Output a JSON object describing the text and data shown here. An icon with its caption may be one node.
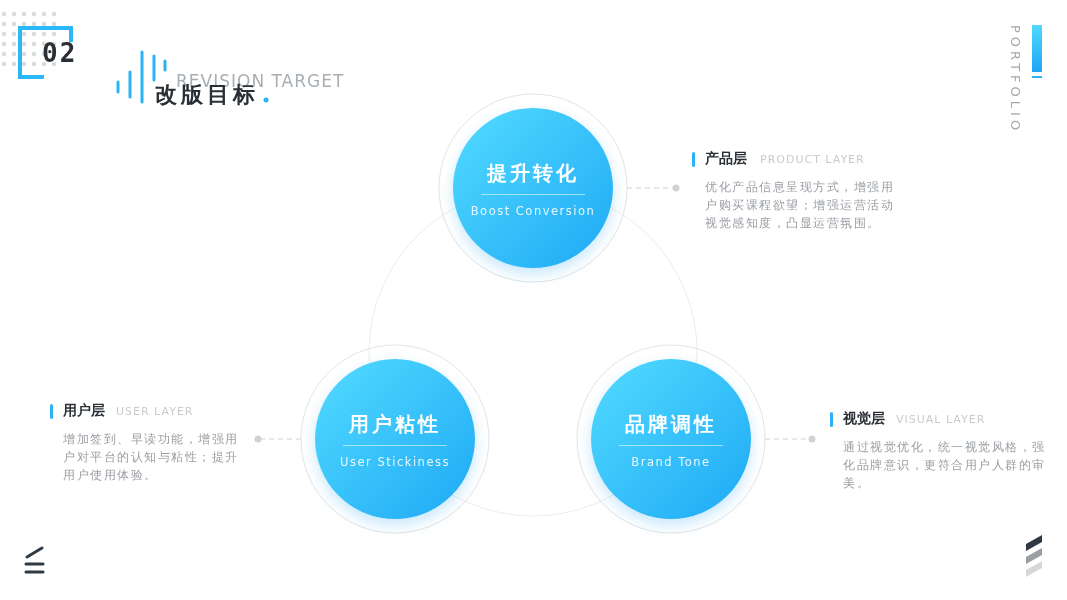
{
  "diagram": {
    "title": "改版目标",
    "nodes": [
      {
        "text": [
          "提升转化",
          "Boost Conversion"
        ]
      },
      {
        "text": [
          "产品层",
          "PRODUCT LAYER",
          "优化产品信息呈现方式，增强用户购买课程欲望；增强运营活动视觉感知度，凸显运营氛围。"
        ]
      },
      {
        "text": [
          "用户层",
          "USER LAYER",
          "增加签到、早读功能，增强用户对平台的认知与粘性；提升用户使用体验。"
        ]
      },
      {
        "text": [
          "用户粘性",
          "User Stickiness"
        ]
      },
      {
        "text": [
          "品牌调性",
          "Brand Tone"
        ]
      },
      {
        "text": [
          "视觉层",
          "VISUAL LAYER",
          "通过视觉优化，统一视觉风格，强化品牌意识，更符合用户人群的审美。"
        ]
      }
    ],
    "edges": [
      {
        "from": 0,
        "to": 1,
        "arrow": "other",
        "style": "dashed"
      },
      {
        "from": 3,
        "to": 2,
        "arrow": "other",
        "style": "dashed"
      },
      {
        "from": 4,
        "to": 5,
        "arrow": "other",
        "style": "dashed"
      }
    ],
    "labels": [
      "02",
      "REVISION TARGET",
      "PORTFOLIO"
    ]
  }
}
